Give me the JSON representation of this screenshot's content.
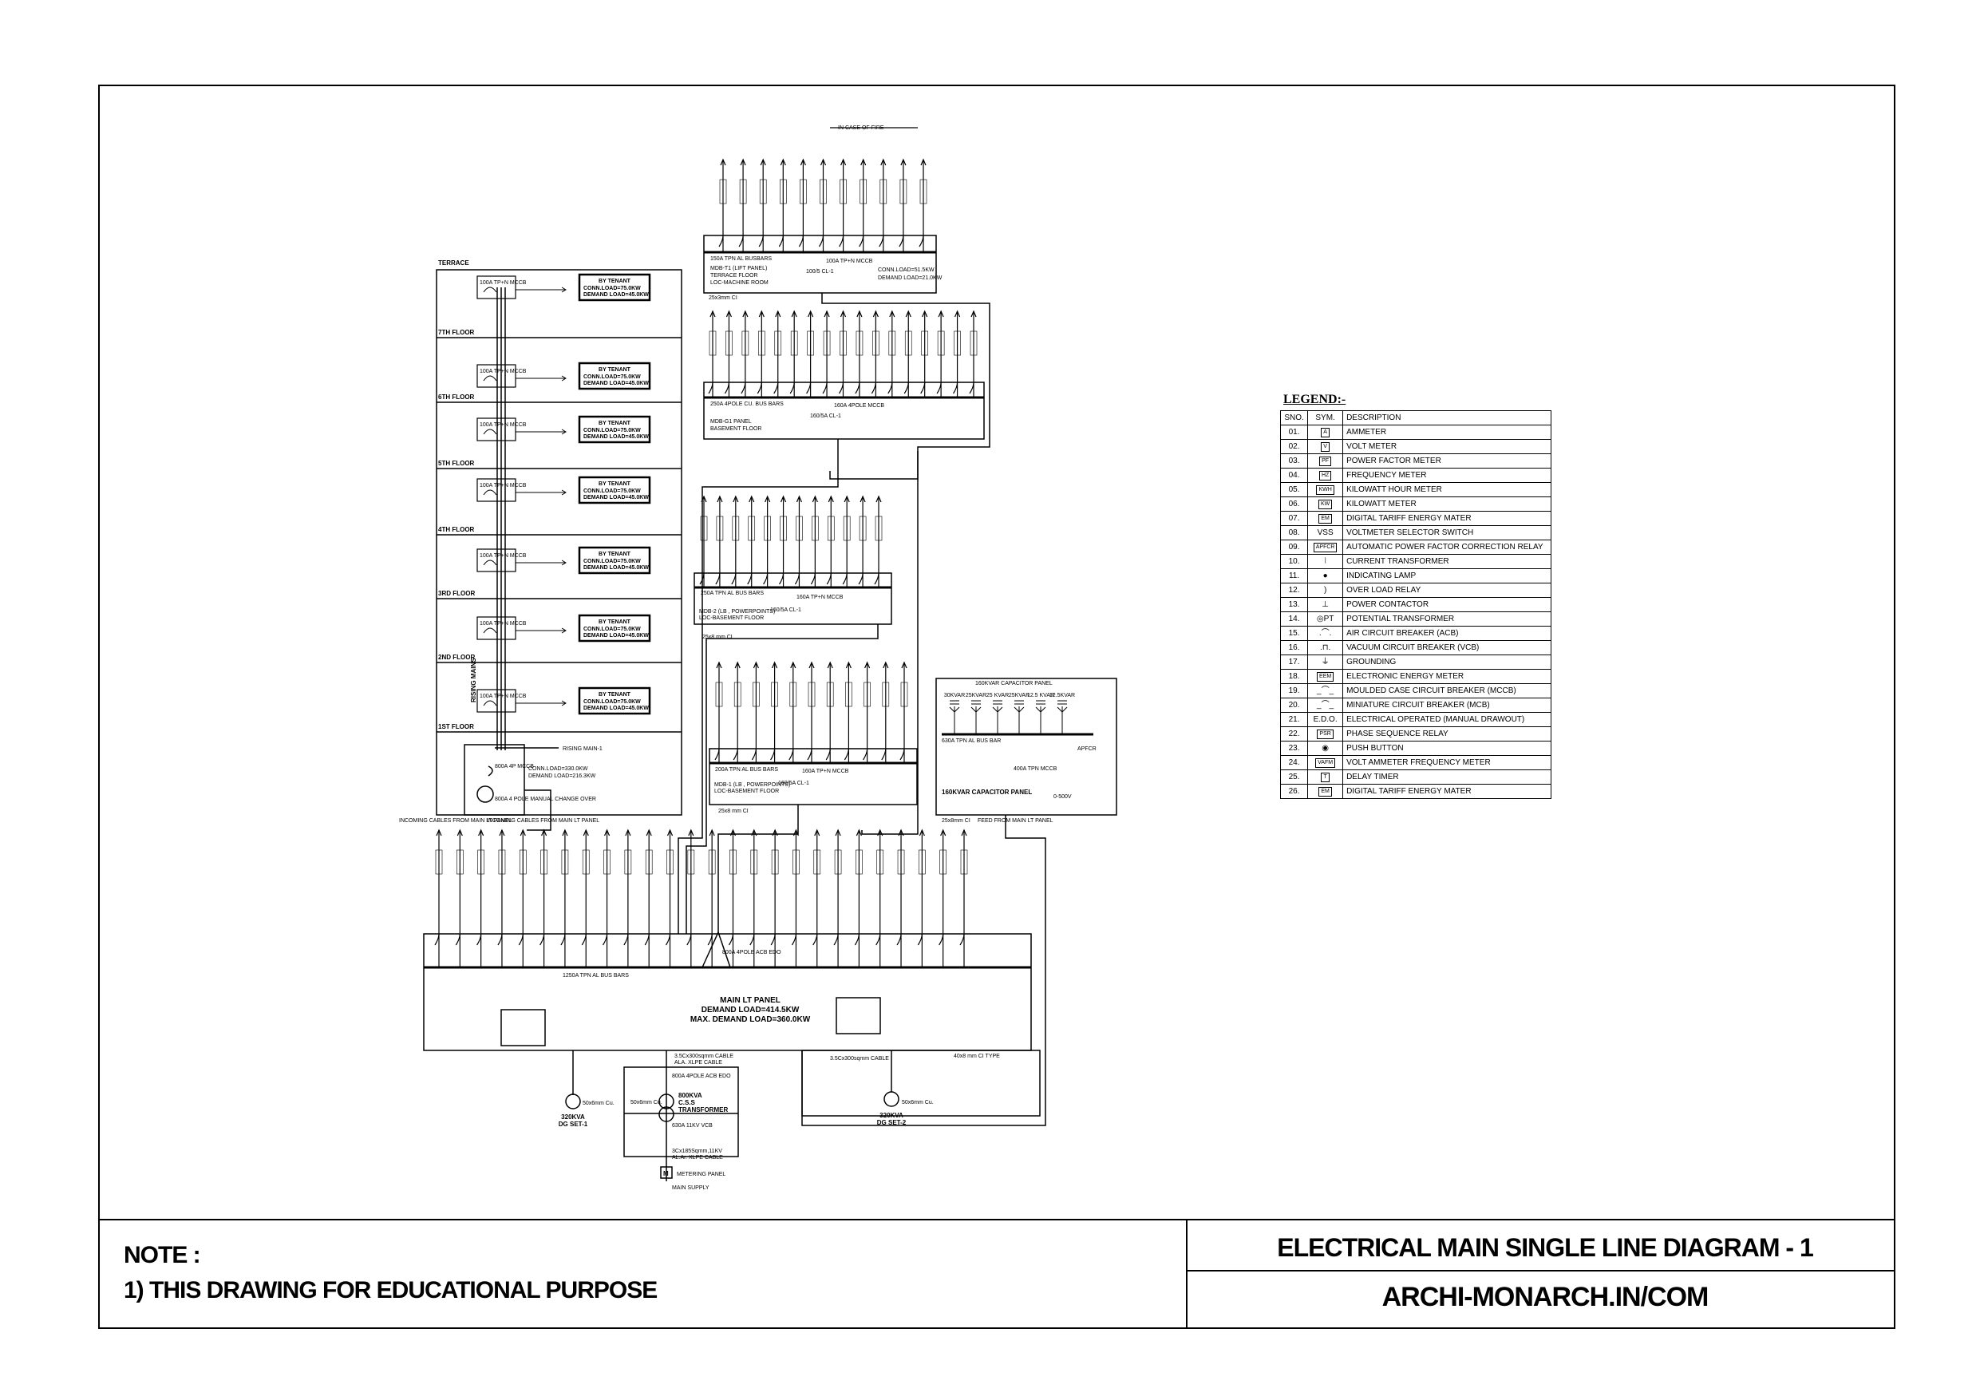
{
  "title_block": {
    "note_heading": "NOTE :",
    "note_text": "1) THIS DRAWING FOR EDUCATIONAL PURPOSE",
    "drawing_title": "ELECTRICAL MAIN SINGLE LINE DIAGRAM - 1",
    "website": "ARCHI-MONARCH.IN/COM"
  },
  "legend": {
    "title": "LEGEND:-",
    "headers": [
      "SNO.",
      "SYM.",
      "DESCRIPTION"
    ],
    "rows": [
      {
        "sno": "01.",
        "sym": "A",
        "boxed": true,
        "desc": "AMMETER"
      },
      {
        "sno": "02.",
        "sym": "V",
        "boxed": true,
        "desc": "VOLT METER"
      },
      {
        "sno": "03.",
        "sym": "PF",
        "boxed": true,
        "desc": "POWER FACTOR METER"
      },
      {
        "sno": "04.",
        "sym": "HZ",
        "boxed": true,
        "desc": "FREQUENCY METER"
      },
      {
        "sno": "05.",
        "sym": "KWH",
        "boxed": true,
        "desc": "KILOWATT HOUR METER"
      },
      {
        "sno": "06.",
        "sym": "KW",
        "boxed": true,
        "desc": "KILOWATT METER"
      },
      {
        "sno": "07.",
        "sym": "EM",
        "boxed": true,
        "desc": "DIGITAL TARIFF ENERGY MATER"
      },
      {
        "sno": "08.",
        "sym": "VSS",
        "boxed": false,
        "desc": "VOLTMETER SELECTOR SWITCH"
      },
      {
        "sno": "09.",
        "sym": "APFCR",
        "boxed": true,
        "desc": "AUTOMATIC POWER FACTOR CORRECTION RELAY"
      },
      {
        "sno": "10.",
        "sym": "⦚",
        "boxed": false,
        "desc": "CURRENT TRANSFORMER"
      },
      {
        "sno": "11.",
        "sym": "●",
        "boxed": false,
        "desc": "INDICATING LAMP"
      },
      {
        "sno": "12.",
        "sym": ")",
        "boxed": false,
        "desc": "OVER LOAD RELAY"
      },
      {
        "sno": "13.",
        "sym": "⊥",
        "boxed": false,
        "desc": "POWER CONTACTOR"
      },
      {
        "sno": "14.",
        "sym": "◎PT",
        "boxed": false,
        "desc": "POTENTIAL TRANSFORMER"
      },
      {
        "sno": "15.",
        "sym": ".⌒.",
        "boxed": false,
        "desc": "AIR CIRCUIT BREAKER (ACB)"
      },
      {
        "sno": "16.",
        "sym": ".⊓.",
        "boxed": false,
        "desc": "VACUUM CIRCUIT BREAKER (VCB)"
      },
      {
        "sno": "17.",
        "sym": "⏚",
        "boxed": false,
        "desc": "GROUNDING"
      },
      {
        "sno": "18.",
        "sym": "EEM",
        "boxed": true,
        "desc": "ELECTRONIC ENERGY METER"
      },
      {
        "sno": "19.",
        "sym": "_⌒_",
        "boxed": false,
        "desc": "MOULDED CASE CIRCUIT BREAKER (MCCB)"
      },
      {
        "sno": "20.",
        "sym": "_⌒_",
        "boxed": false,
        "desc": "MINIATURE CIRCUIT BREAKER (MCB)"
      },
      {
        "sno": "21.",
        "sym": "E.D.O.",
        "boxed": false,
        "desc": "ELECTRICAL OPERATED (MANUAL DRAWOUT)"
      },
      {
        "sno": "22.",
        "sym": "PSR",
        "boxed": true,
        "desc": "PHASE SEQUENCE RELAY"
      },
      {
        "sno": "23.",
        "sym": "◉",
        "boxed": false,
        "desc": "PUSH BUTTON"
      },
      {
        "sno": "24.",
        "sym": "VAFM",
        "boxed": true,
        "desc": "VOLT AMMETER FREQUENCY METER"
      },
      {
        "sno": "25.",
        "sym": "T",
        "boxed": true,
        "desc": "DELAY TIMER"
      },
      {
        "sno": "26.",
        "sym": "EM",
        "boxed": true,
        "desc": "DIGITAL TARIFF ENERGY MATER"
      }
    ]
  },
  "riser": {
    "floors": [
      "TERRACE",
      "7TH FLOOR",
      "6TH FLOOR",
      "5TH FLOOR",
      "4TH FLOOR",
      "3RD FLOOR",
      "2ND FLOOR",
      "1ST FLOOR"
    ],
    "tenant": {
      "title": "BY TENANT",
      "conn": "CONN.LOAD=75.0KW",
      "demand": "DEMAND LOAD=45.0KW"
    },
    "db_label": "100A TP+N MCCB",
    "rising_main_label": "RISING MAINS",
    "rising_main_tag": "RISING MAIN-1",
    "incomer": "800A 4P MCCB",
    "changeover": "800A 4 POLE MANUAL CHANGE OVER",
    "conn_load": "CONN.LOAD=330.0KW",
    "demand_load": "DEMAND LOAD=216.3KW",
    "incoming_1": "INCOMING CABLES FROM MAIN LT PANEL",
    "incoming_2": "INCOMING CABLES FROM MAIN LT PANEL"
  },
  "panels": {
    "lift": {
      "name": "MDB-T1 (LIFT PANEL)",
      "floor": "TERRACE FLOOR",
      "loc": "LOC-MACHINE ROOM",
      "busbar": "150A TPN AL BUSBARS",
      "incomer": "100A TP+N MCCB",
      "ct": "100/5 CL-1",
      "conn": "CONN.LOAD=51.5KW",
      "demand": "DEMAND LOAD=21.0KW",
      "fire_note": "IN CASE OF FIRE",
      "earth": "25x3mm CI"
    },
    "basement": {
      "name": "MDB-G1 PANEL",
      "loc": "BASEMENT FLOOR",
      "busbar": "250A 4POLE CU. BUS BARS",
      "incomer": "160A 4POLE MCCB",
      "ct": "160/5A CL-1"
    },
    "mdb2": {
      "name": "MDB-2 (LB , POWERPOINTS)",
      "loc": "LOC-BASEMENT FLOOR",
      "busbar": "250A TPN AL BUS BARS",
      "incomer": "160A TP+N MCCB",
      "ct": "160/5A CL-1",
      "earth": "25x8 mm CI"
    },
    "mdb1": {
      "name": "MDB-1 (LB , POWERPOINTS)",
      "loc": "LOC-BASEMENT FLOOR",
      "busbar": "200A TPN AL BUS BARS",
      "incomer": "160A TP+N MCCB",
      "ct": "160/5A CL-1",
      "earth": "25x8 mm CI"
    },
    "capacitor": {
      "name": "160KVAR CAPACITOR PANEL",
      "header": "160KVAR CAPACITOR PANEL",
      "busbar": "630A TPN AL BUS BAR",
      "incomer": "400A TPN MCCB",
      "relay": "APFCR",
      "feed": "FEED FROM MAIN LT PANEL",
      "earth": "25x8mm CI",
      "voltmeter": "0-500V",
      "steps": [
        "30KVAR",
        "25KVAR",
        "25 KVAR",
        "25KVAR",
        "12.5 KVAR",
        "12.5KVAR"
      ]
    },
    "main_lt": {
      "name": "MAIN LT PANEL",
      "demand": "DEMAND LOAD=414.5KW",
      "max_demand": "MAX. DEMAND LOAD=360.0KW",
      "busbar": "1250A TPN AL BUS BARS",
      "earth": "40x8 mm CI TYPE",
      "acb": "800A 4POLE ACB EDO"
    }
  },
  "supply": {
    "transformer": {
      "rating": "800KVA",
      "name": "C.S.S",
      "type": "TRANSFORMER",
      "acb": "800A 4POLE ACB EDO",
      "lt_cable_1": "3.5Cx300sqmm CABLE",
      "lt_cable_2": "ALA. XLPE CABLE",
      "vcb": "630A 11KV VCB",
      "ht_cable_1": "3Cx185Sqmm,11KV",
      "ht_cable_2": "AL.Ar. XLPE CABLE",
      "metering": "METERING PANEL",
      "metering_sym": "M",
      "main_supply": "MAIN SUPPLY",
      "earth": "50x6mm Cu."
    },
    "dg1": {
      "rating": "320KVA",
      "name": "DG SET-1",
      "earth": "50x6mm Cu."
    },
    "dg2": {
      "rating": "320KVA",
      "name": "DG SET-2",
      "earth": "50x6mm Cu.",
      "cable": "3.5Cx300sqmm CABLE"
    }
  }
}
